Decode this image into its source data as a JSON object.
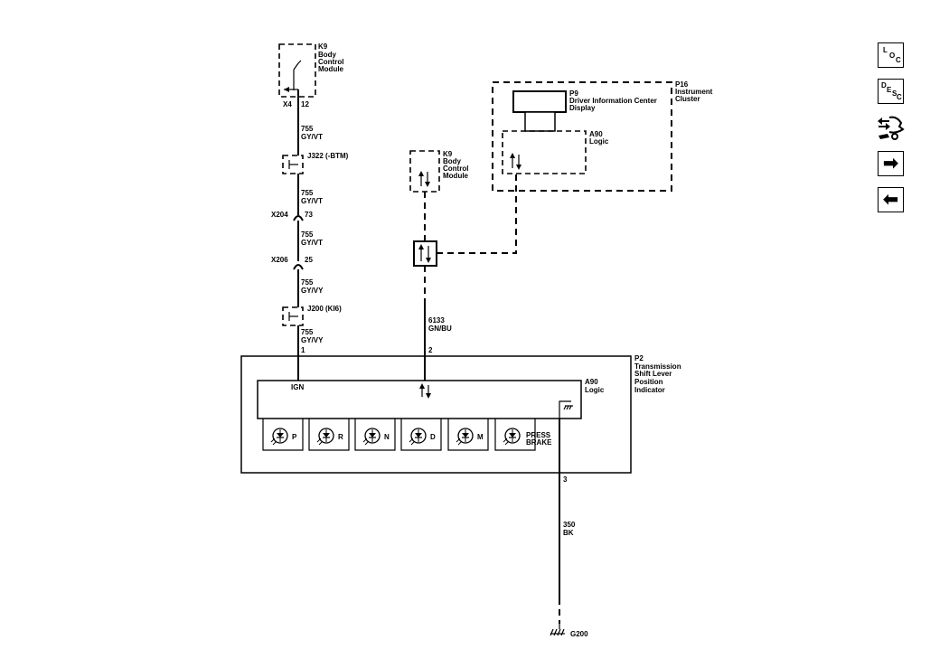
{
  "k9_top": {
    "ref": "K9",
    "name_lines": [
      "Body",
      "Control",
      "Module"
    ],
    "connector": "X4",
    "pin": "12"
  },
  "wires": {
    "w1": {
      "circuit": "755",
      "color": "GY/VT"
    },
    "w2": {
      "circuit": "755",
      "color": "GY/VT"
    },
    "w3": {
      "circuit": "755",
      "color": "GY/VT"
    },
    "w4": {
      "circuit": "755",
      "color": "GY/VY"
    },
    "w5": {
      "circuit": "755",
      "color": "GY/VY"
    },
    "w6": {
      "circuit": "6133",
      "color": "GN/BU"
    },
    "w7": {
      "circuit": "350",
      "color": "BK"
    }
  },
  "j322": {
    "label": "J322 (-BTM)"
  },
  "x204": {
    "label": "X204",
    "pin": "73"
  },
  "x206": {
    "label": "X206",
    "pin": "25"
  },
  "j200": {
    "label": "J200 (KI6)"
  },
  "k9_mid": {
    "ref": "K9",
    "name_lines": [
      "Body",
      "Control",
      "Module"
    ]
  },
  "p16": {
    "ref": "P16",
    "name_lines": [
      "Instrument",
      "Cluster"
    ]
  },
  "p9": {
    "ref": "P9",
    "name_lines": [
      "Driver Information Center",
      "Display"
    ]
  },
  "a90_cluster": {
    "ref": "A90",
    "name": "Logic"
  },
  "p2": {
    "ref": "P2",
    "name_lines": [
      "Transmission",
      "Shift Lever",
      "Position",
      "Indicator"
    ],
    "pin1": "1",
    "pin2": "2",
    "pin3": "3"
  },
  "a90_p2": {
    "ref": "A90",
    "name": "Logic",
    "ign": "IGN"
  },
  "lamps": [
    "P",
    "R",
    "N",
    "D",
    "M"
  ],
  "press_brake": [
    "PRESS",
    "BRAKE"
  ],
  "ground": {
    "label": "G200"
  },
  "nav": {
    "loc": {
      "l1": "L",
      "l2": "O",
      "l3": "C"
    },
    "desc": {
      "l1": "D",
      "l2": "E",
      "l3": "S",
      "l4": "C"
    },
    "next": "➡",
    "prev": "⬅"
  }
}
